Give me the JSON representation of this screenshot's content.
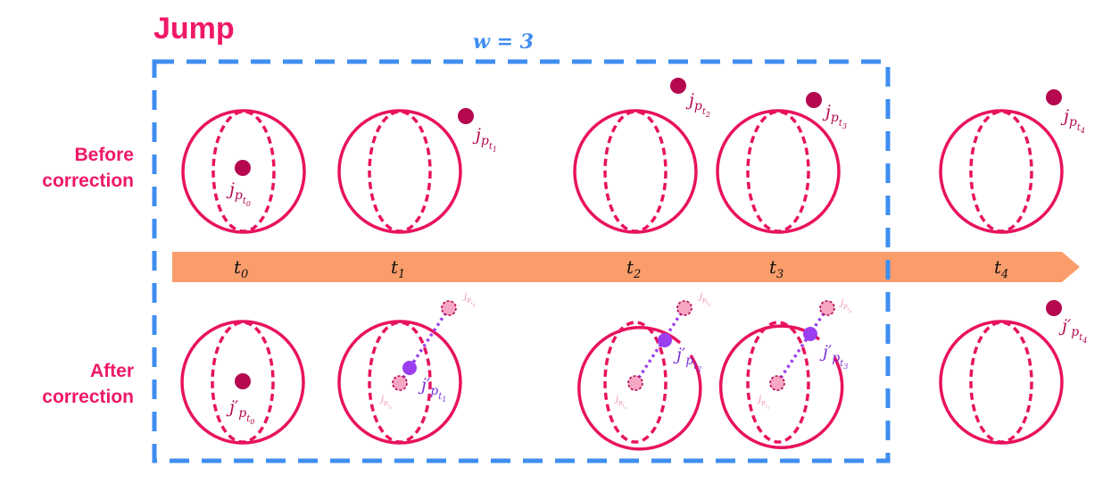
{
  "title": "Jump",
  "window_label": "w = 3",
  "row_labels": {
    "before": [
      "Before",
      "correction"
    ],
    "after": [
      "After",
      "correction"
    ]
  },
  "colors": {
    "title": "#ee1867",
    "sphere": "#e8125f",
    "point": "#b5084f",
    "ghost_point": "#f7a6c4",
    "ghost_text": "#f08ab0",
    "corrected_point": "#9b3ef0",
    "corrected_text": "#7b2fd6",
    "window_box": "#3f8ef0",
    "timeline": "#fb9d6a"
  },
  "timeline": {
    "labels": [
      {
        "base": "t",
        "sub": "0"
      },
      {
        "base": "t",
        "sub": "1"
      },
      {
        "base": "t",
        "sub": "2"
      },
      {
        "base": "t",
        "sub": "3"
      },
      {
        "base": "t",
        "sub": "4"
      }
    ]
  },
  "before_points": [
    {
      "base": "j",
      "sub": "p",
      "subsub": "t",
      "idx": "0"
    },
    {
      "base": "j",
      "sub": "p",
      "subsub": "t",
      "idx": "1"
    },
    {
      "base": "j",
      "sub": "p",
      "subsub": "t",
      "idx": "2"
    },
    {
      "base": "j",
      "sub": "p",
      "subsub": "t",
      "idx": "3"
    },
    {
      "base": "j",
      "sub": "p",
      "subsub": "t",
      "idx": "4"
    }
  ],
  "after_points": [
    {
      "base": "j′",
      "sub": "p",
      "subsub": "t",
      "idx": "0"
    },
    {
      "base": "j′",
      "sub": "p",
      "subsub": "t",
      "idx": "1"
    },
    {
      "base": "j′",
      "sub": "p",
      "subsub": "t",
      "idx": "2"
    },
    {
      "base": "j′",
      "sub": "p",
      "subsub": "t",
      "idx": "3"
    },
    {
      "base": "j′",
      "sub": "p",
      "subsub": "t",
      "idx": "4"
    }
  ],
  "ghost_labels": {
    "start": {
      "base": "j",
      "sub": "p",
      "subsub": "t",
      "idx": "0"
    },
    "end": {
      "base": "j",
      "sub": "p",
      "subsub": "t",
      "idx": "4"
    }
  }
}
